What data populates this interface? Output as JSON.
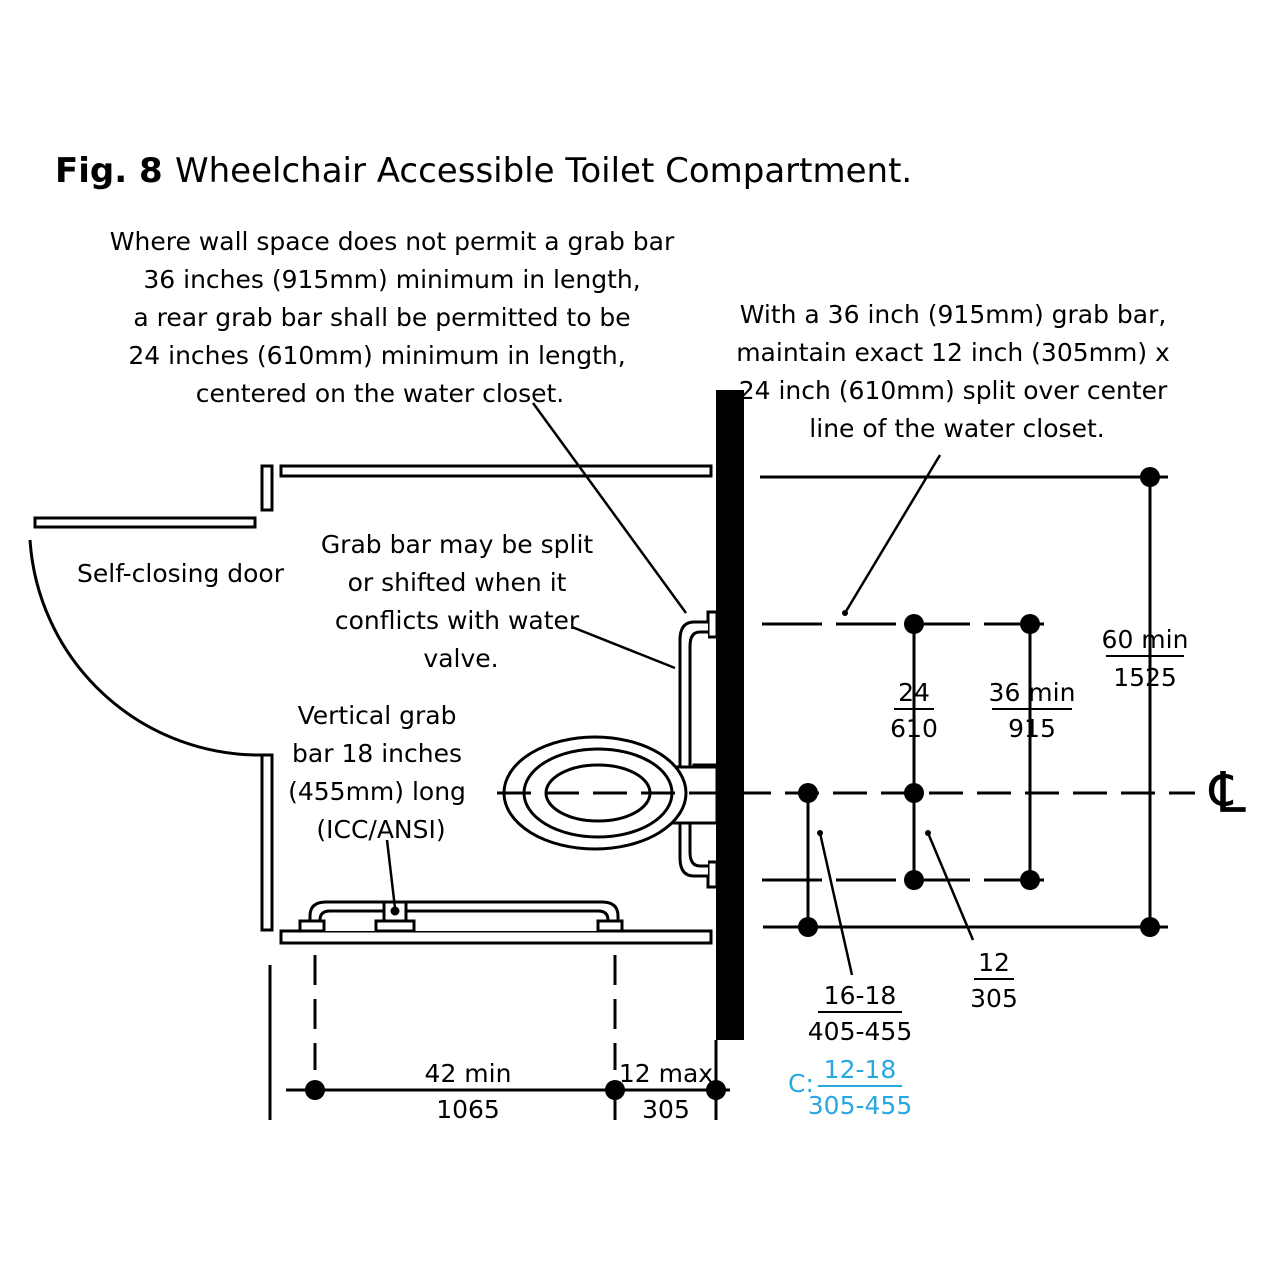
{
  "title": {
    "figure": "Fig. 8",
    "text": "Wheelchair Accessible Toilet Compartment."
  },
  "notes": {
    "rear_grab_bar": [
      "Where wall space does not permit a grab bar",
      "36 inches (915mm) minimum in length,",
      "a rear grab bar shall be permitted to be",
      "24 inches (610mm) minimum in length,",
      "centered on the water closet."
    ],
    "split": [
      "With a 36 inch (915mm) grab bar,",
      "maintain exact 12 inch (305mm) x",
      "24 inch (610mm) split over center",
      "line of the water closet."
    ],
    "door": [
      "Self-closing door"
    ],
    "shift": [
      "Grab bar may be split",
      "or shifted when it",
      "conflicts with water",
      "valve."
    ],
    "vertical": [
      "Vertical grab",
      "bar 18 inches",
      "(455mm) long",
      "(ICC/ANSI)"
    ]
  },
  "dimensions": {
    "d60": {
      "top": "60 min",
      "bottom": "1525"
    },
    "d24": {
      "top": "24",
      "bottom": "610"
    },
    "d36": {
      "top": "36 min",
      "bottom": "915"
    },
    "d12": {
      "top": "12",
      "bottom": "305"
    },
    "d16": {
      "top": "16-18",
      "bottom": "405-455"
    },
    "dC": {
      "prefix": "C:",
      "top": "12-18",
      "bottom": "305-455"
    },
    "d42": {
      "top": "42 min",
      "bottom": "1065"
    },
    "d12max": {
      "top": "12 max",
      "bottom": "305"
    }
  },
  "centerline_symbol": "℄",
  "colors": {
    "ink": "#000000",
    "accent": "#29a8e0"
  }
}
